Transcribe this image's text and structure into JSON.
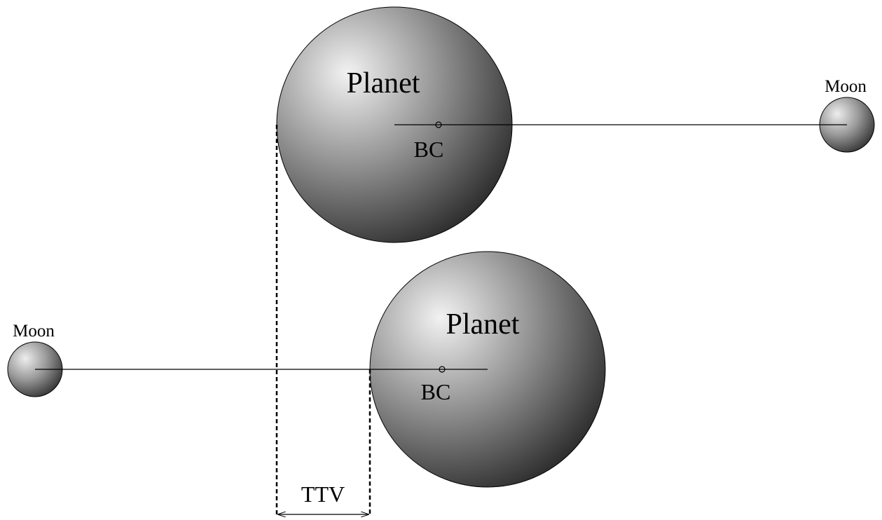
{
  "diagram": {
    "labels": {
      "planet_top": "Planet",
      "planet_bottom": "Planet",
      "bc_top": "BC",
      "bc_bottom": "BC",
      "moon_right": "Moon",
      "moon_left": "Moon",
      "ttv": "TTV"
    },
    "colors": {
      "sphere_highlight": "#f2f2f2",
      "sphere_shadow": "#2e2e2e",
      "line": "#000000",
      "background": "#ffffff"
    }
  }
}
